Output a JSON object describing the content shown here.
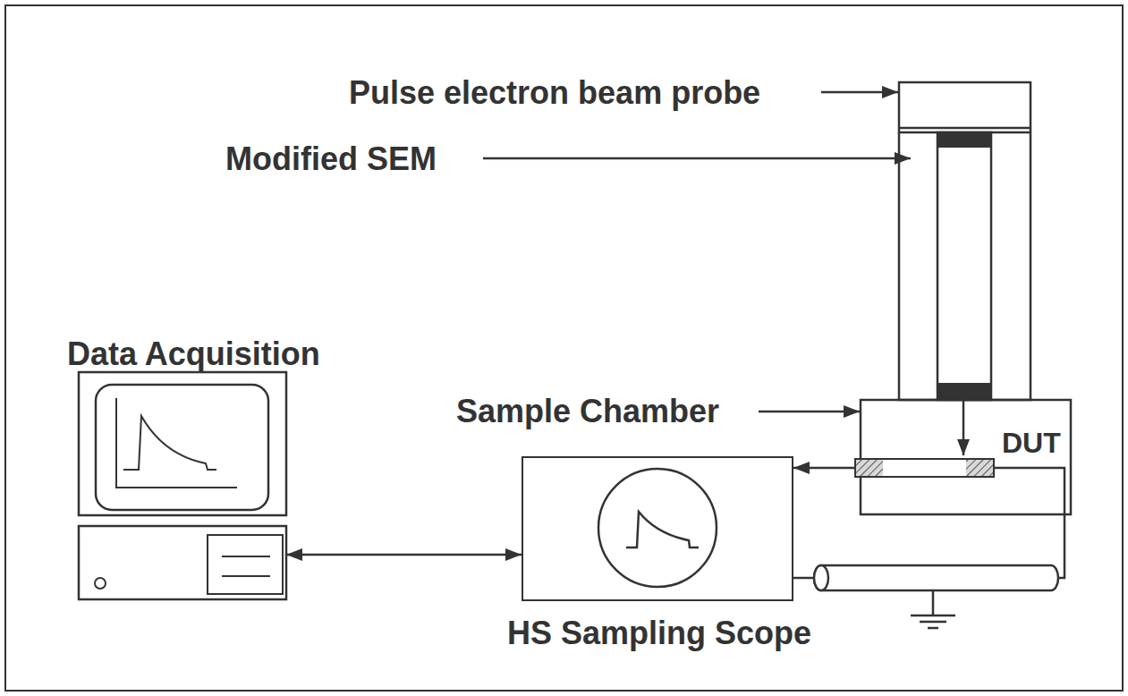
{
  "diagram": {
    "nodes": [
      {
        "text": [
          "Data Acquisition"
        ]
      },
      {
        "text": [
          "HS Sampling Scope"
        ]
      },
      {
        "text": [
          "DUT"
        ]
      }
    ],
    "edges": [
      {
        "from": 0,
        "to": 1,
        "arrow": "both"
      },
      {
        "from": 2,
        "to": 1,
        "arrow": "to"
      }
    ],
    "labels": [
      "Pulse electron beam probe",
      "Modified SEM",
      "Sample Chamber"
    ]
  }
}
